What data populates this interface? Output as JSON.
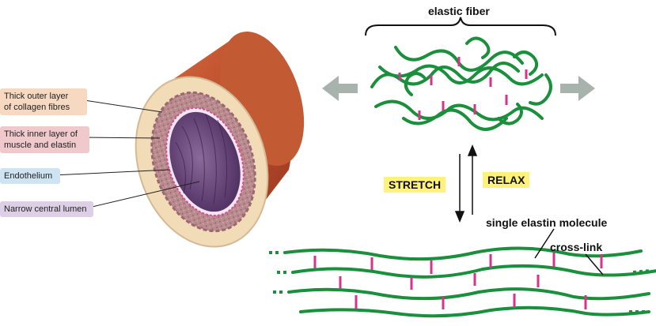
{
  "artery_labels": {
    "collagen_line1": "Thick outer layer",
    "collagen_line2": "of collagen fibres",
    "muscle_line1": "Thick inner layer of",
    "muscle_line2": "muscle and elastin",
    "endothelium": "Endothelium",
    "lumen": "Narrow central lumen"
  },
  "elastin": {
    "fiber_label": "elastic fiber",
    "stretch_label": "STRETCH",
    "relax_label": "RELAX",
    "molecule_label": "single elastin molecule",
    "crosslink_label": "cross-link"
  },
  "colors": {
    "fiber_green": "#1a8f3c",
    "crosslink_pink": "#d6338a",
    "artery_outer": "#c0552f",
    "tag_yellow": "#fff27a",
    "arrow_gray": "#a9b3ad"
  }
}
